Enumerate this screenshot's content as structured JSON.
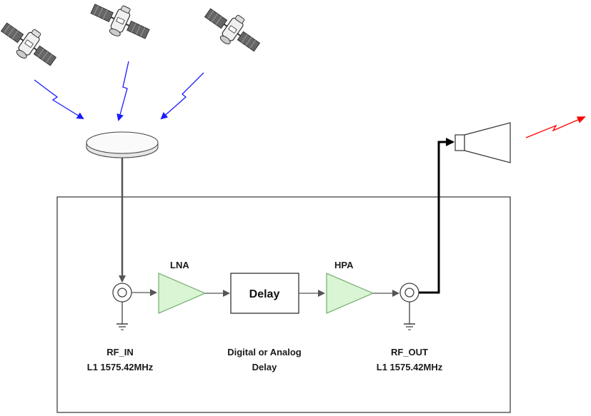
{
  "blocks": {
    "lna_label": "LNA",
    "hpa_label": "HPA",
    "delay_label": "Delay"
  },
  "labels": {
    "rf_in_line1": "RF_IN",
    "rf_in_line2": "L1 1575.42MHz",
    "delay_line1": "Digital or Analog",
    "delay_line2": "Delay",
    "rf_out_line1": "RF_OUT",
    "rf_out_line2": "L1 1575.42MHz"
  },
  "colors": {
    "incoming_signal": "#1a1aff",
    "outgoing_signal": "#ff0000",
    "amplifier_fill": "#d9f5d3",
    "amplifier_stroke": "#7fb07a",
    "frame_stroke": "#333333"
  },
  "icons": {
    "satellites": [
      "satellite-icon",
      "satellite-icon",
      "satellite-icon"
    ],
    "receive_antenna": "patch-antenna-icon",
    "transmit_antenna": "horn-antenna-icon",
    "connectors": [
      "coax-connector-icon",
      "coax-connector-icon"
    ],
    "grounds": [
      "ground-icon",
      "ground-icon"
    ]
  }
}
